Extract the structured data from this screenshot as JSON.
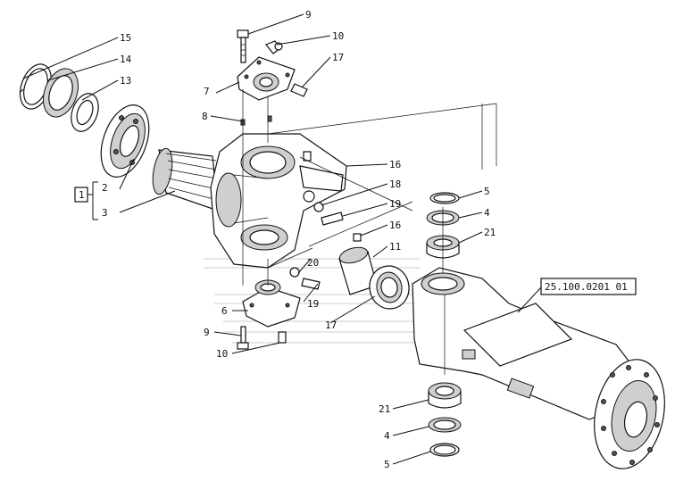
{
  "diagram": {
    "callouts": [
      {
        "id": "c15a",
        "label": "15"
      },
      {
        "id": "c14",
        "label": "14"
      },
      {
        "id": "c13",
        "label": "13"
      },
      {
        "id": "c2",
        "label": "2"
      },
      {
        "id": "c3",
        "label": "3"
      },
      {
        "id": "c1box",
        "label": "1"
      },
      {
        "id": "c9top",
        "label": "9"
      },
      {
        "id": "c10top",
        "label": "10"
      },
      {
        "id": "c17top",
        "label": "17"
      },
      {
        "id": "c7",
        "label": "7"
      },
      {
        "id": "c8",
        "label": "8"
      },
      {
        "id": "c16a",
        "label": "16"
      },
      {
        "id": "c18",
        "label": "18"
      },
      {
        "id": "c19a",
        "label": "19"
      },
      {
        "id": "c16b",
        "label": "16"
      },
      {
        "id": "c11",
        "label": "11"
      },
      {
        "id": "c20",
        "label": "20"
      },
      {
        "id": "c19b",
        "label": "19"
      },
      {
        "id": "c17b",
        "label": "17"
      },
      {
        "id": "c6",
        "label": "6"
      },
      {
        "id": "c9b",
        "label": "9"
      },
      {
        "id": "c10b",
        "label": "10"
      },
      {
        "id": "c5a",
        "label": "5"
      },
      {
        "id": "c4a",
        "label": "4"
      },
      {
        "id": "c21a",
        "label": "21"
      },
      {
        "id": "c21b",
        "label": "21"
      },
      {
        "id": "c4b",
        "label": "4"
      },
      {
        "id": "c5b",
        "label": "5"
      }
    ],
    "reference": "25.100.0201 01"
  }
}
